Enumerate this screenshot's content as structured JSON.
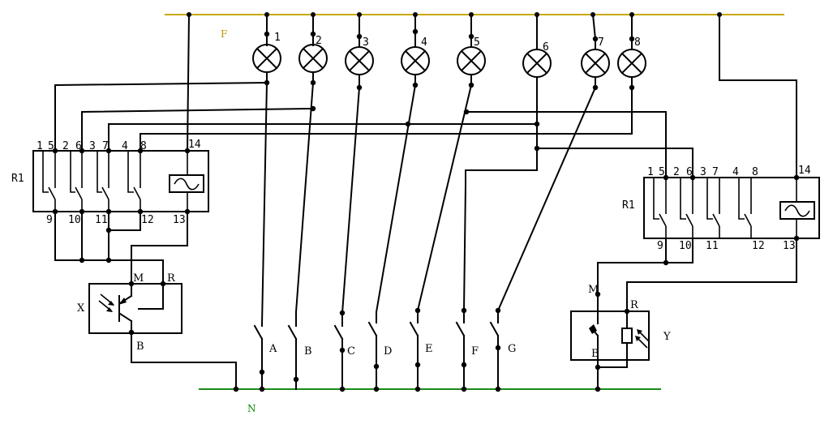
{
  "diagram": {
    "type": "electrical-wiring-schematic",
    "rails": {
      "phase": {
        "label": "F",
        "color": "#c8a800"
      },
      "neutral": {
        "label": "N",
        "color": "#1a8a1a"
      }
    },
    "lamps": [
      {
        "label": "1"
      },
      {
        "label": "2"
      },
      {
        "label": "3"
      },
      {
        "label": "4"
      },
      {
        "label": "5"
      },
      {
        "label": "6"
      },
      {
        "label": "7"
      },
      {
        "label": "8"
      }
    ],
    "switches": [
      {
        "label": "A"
      },
      {
        "label": "B"
      },
      {
        "label": "C"
      },
      {
        "label": "D"
      },
      {
        "label": "E"
      },
      {
        "label": "F"
      },
      {
        "label": "G"
      }
    ],
    "relays": [
      {
        "label": "R1",
        "top_terminals": [
          "1",
          "5",
          "2",
          "6",
          "3",
          "7",
          "4",
          "8",
          "14"
        ],
        "bottom_terminals": [
          "9",
          "10",
          "11",
          "12",
          "13"
        ],
        "coil_symbol": "~"
      },
      {
        "label": "R1",
        "top_terminals": [
          "1",
          "5",
          "2",
          "6",
          "3",
          "7",
          "4",
          "8",
          "14"
        ],
        "bottom_terminals": [
          "9",
          "10",
          "11",
          "12",
          "13"
        ],
        "coil_symbol": "~"
      }
    ],
    "sensors": [
      {
        "label": "X",
        "terminals": [
          "M",
          "R",
          "B"
        ],
        "kind": "phototransistor"
      },
      {
        "label": "Y",
        "terminals": [
          "M",
          "R",
          "B"
        ],
        "kind": "photoresistor"
      }
    ]
  }
}
